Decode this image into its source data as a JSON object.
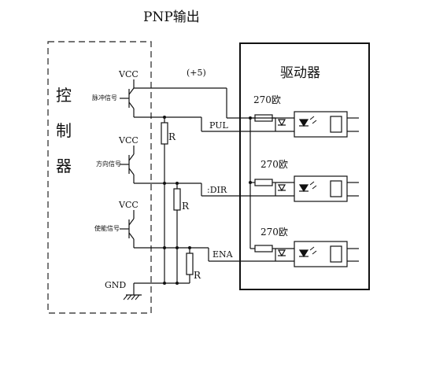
{
  "title": "PNP输出",
  "controller_label": [
    "控",
    "制",
    "器"
  ],
  "driver_label": "驱动器",
  "supply": "VCC",
  "plus_label": "(+5)",
  "gnd": "GND",
  "resistor": "R",
  "led_resistor": "270欧",
  "signals": [
    {
      "input": "脉冲信号",
      "line": "PUL"
    },
    {
      "input": "方向信号",
      "line": ":DIR"
    },
    {
      "input": "使能信号",
      "line": "ENA"
    }
  ]
}
